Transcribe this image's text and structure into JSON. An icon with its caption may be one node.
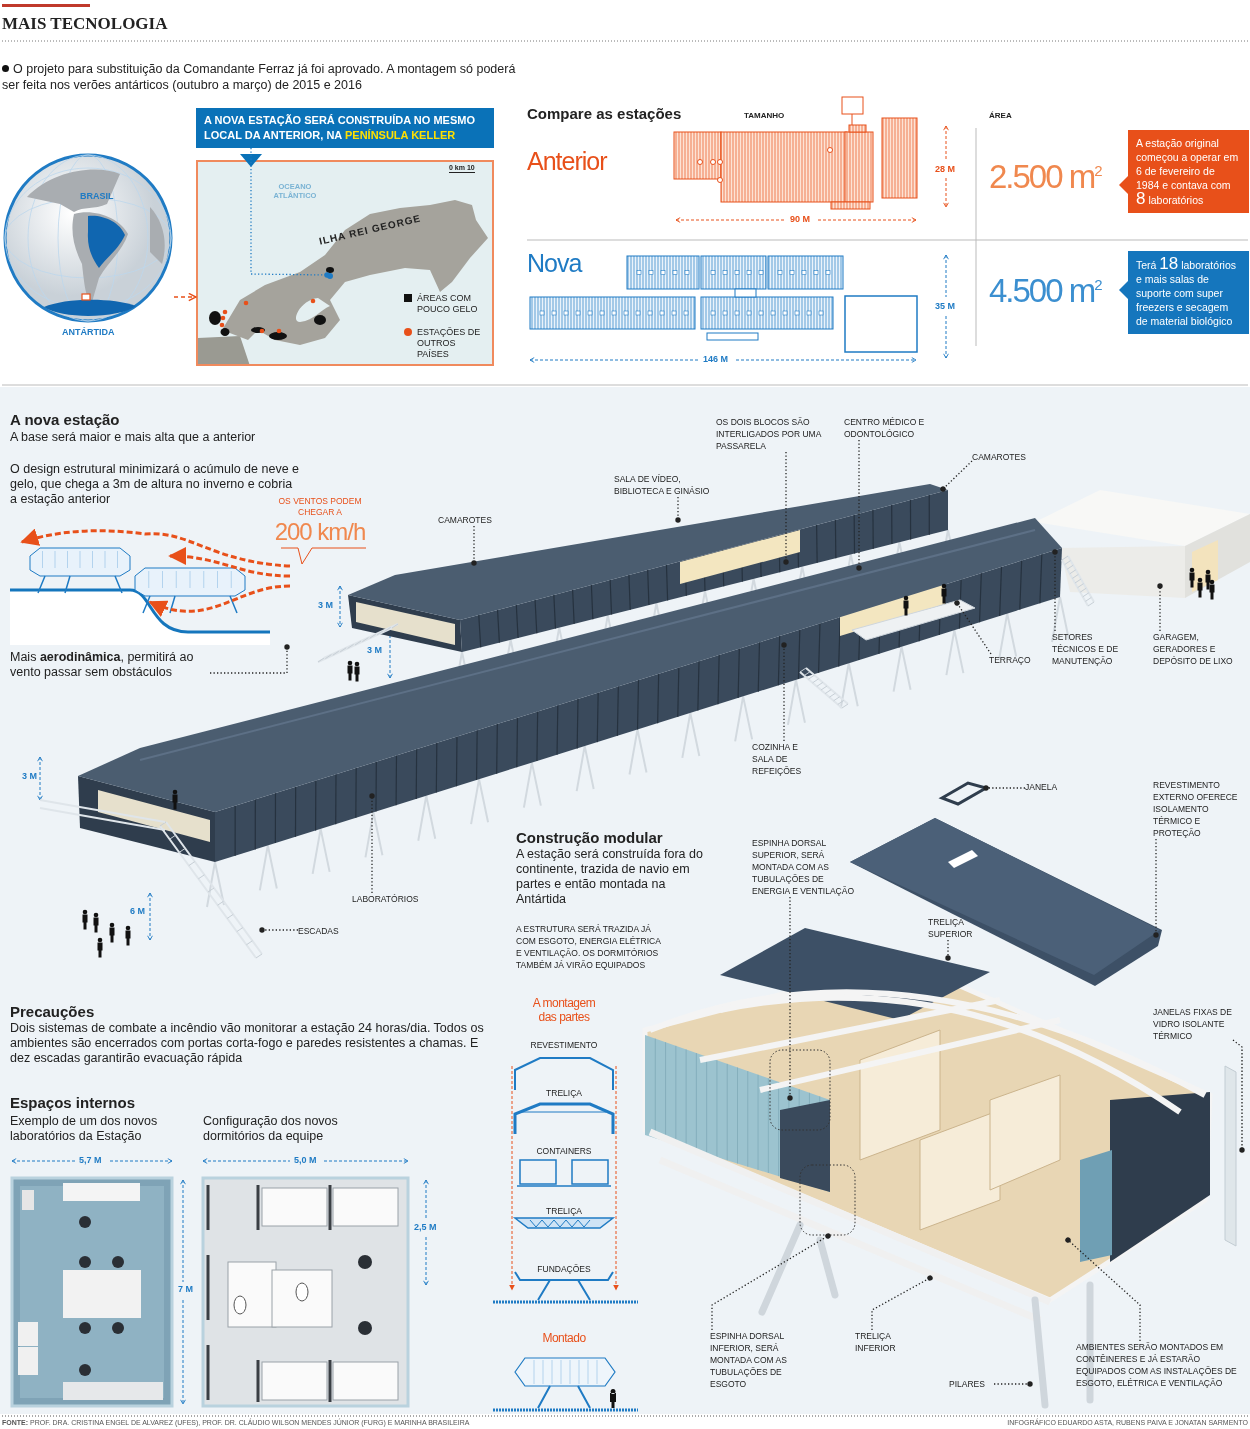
{
  "diagram": {
    "title": "MAIS TECNOLOGIA",
    "nodes": [
      {
        "text": [],
        "shape": "picture"
      },
      {
        "text": [],
        "shape": "picture"
      },
      {
        "text": [
          "A NOVA ESTAÇÃO SERÁ CONSTRUÍDA NO MESMO LOCAL DA ANTERIOR, NA **PENÍNSULA KELLER**"
        ]
      },
      {
        "text": [
          "A estação original começou a operar em 6 de fevereiro de 1984 e contava com **8** laboratórios"
        ]
      },
      {
        "text": [
          "Terá **18** laboratórios e mais salas de suporte com super freezers e secagem de material biológico"
        ]
      },
      {
        "text": [
          "OS VENTOS PODEM CHEGAR A",
          "200 km/h"
        ]
      },
      {
        "text": [
          "Mais **aerodinâmica**, permitirá ao vento passar sem obstáculos"
        ]
      },
      {
        "text": [
          "CAMAROTES"
        ]
      },
      {
        "text": [
          "SALA DE VÍDEO, BIBLIOTECA E GINÁSIO"
        ]
      },
      {
        "text": [
          "OS DOIS BLOCOS SÃO INTERLIGADOS POR UMA PASSARELA"
        ]
      },
      {
        "text": [
          "CENTRO MÉDICO E ODONTOLÓGICO"
        ]
      },
      {
        "text": [
          "CAMAROTES"
        ]
      },
      {
        "text": [
          "TERRAÇO"
        ]
      },
      {
        "text": [
          "SETORES TÉCNICOS E DE MANUTENÇÃO"
        ]
      },
      {
        "text": [
          "GARAGEM, GERADORES E DEPÓSITO DE LIXO"
        ]
      },
      {
        "text": [
          "COZINHA E SALA DE REFEIÇÕES"
        ]
      },
      {
        "text": [
          "LABORATÓRIOS"
        ]
      },
      {
        "text": [
          "ESCADAS"
        ]
      },
      {
        "text": [
          "JANELA"
        ]
      },
      {
        "text": [
          "REVESTIMENTO EXTERNO OFERECE ISOLAMENTO TÉRMICO E PROTEÇÃO"
        ]
      },
      {
        "text": [
          "ESPINHA DORSAL SUPERIOR, SERÁ MONTADA COM AS TUBULAÇÕES DE ENERGIA E VENTILAÇÃO"
        ]
      },
      {
        "text": [
          "TRELIÇA SUPERIOR"
        ]
      },
      {
        "text": [
          "JANELAS FIXAS DE VIDRO ISOLANTE TÉRMICO"
        ]
      },
      {
        "text": [
          "ESPINHA DORSAL INFERIOR, SERÁ MONTADA COM AS TUBULAÇÕES DE ESGOTO"
        ]
      },
      {
        "text": [
          "TRELIÇA INFERIOR"
        ]
      },
      {
        "text": [
          "AMBIENTES SERÃO MONTADOS EM CONTÊINERES E JÁ ESTARÃO EQUIPADOS COM AS INSTALAÇÕES DE ESGOTO, ELÉTRICA E VENTILAÇÃO"
        ]
      },
      {
        "text": [
          "PILARES"
        ]
      },
      {
        "text": [],
        "shape": "circle",
        "in": 1
      },
      {
        "text": [],
        "shape": "picture"
      }
    ],
    "edges": [
      {
        "from": 2,
        "to": 27,
        "arrow": "other",
        "color": "#1f7bc4"
      },
      {
        "from": 0,
        "to": 1,
        "arrow": "to",
        "style": "dashed",
        "color": "#e8501a"
      },
      {
        "from": 6,
        "to": 28,
        "arrow": "other"
      },
      {
        "from": 7,
        "to": null,
        "arrow": "other"
      },
      {
        "from": 8,
        "to": null,
        "arrow": "other"
      },
      {
        "from": 9,
        "to": null,
        "arrow": "other"
      },
      {
        "from": 10,
        "to": null,
        "arrow": "other"
      },
      {
        "from": 11,
        "to": null,
        "arrow": "other"
      },
      {
        "from": 12,
        "to": null,
        "arrow": "other"
      },
      {
        "from": 13,
        "to": null,
        "arrow": "other"
      },
      {
        "from": 14,
        "to": null,
        "arrow": "other"
      },
      {
        "from": 15,
        "to": null,
        "arrow": "other"
      },
      {
        "from": 16,
        "to": null,
        "arrow": "other"
      },
      {
        "from": 17,
        "to": null,
        "arrow": "other"
      },
      {
        "from": 18,
        "to": null,
        "arrow": "other"
      },
      {
        "from": 19,
        "to": null,
        "arrow": "other"
      },
      {
        "from": 20,
        "to": null,
        "arrow": "other"
      },
      {
        "from": 21,
        "to": null,
        "arrow": "other"
      },
      {
        "from": 22,
        "to": null,
        "arrow": "other"
      },
      {
        "from": 23,
        "to": null,
        "arrow": "other"
      },
      {
        "from": 24,
        "to": null,
        "arrow": "other"
      },
      {
        "from": 25,
        "to": null,
        "arrow": "other"
      },
      {
        "from": 26,
        "to": null,
        "arrow": "other"
      }
    ],
    "labels": [
      "O projeto para substituição da Comandante Ferraz já foi aprovado.  A montagem só poderá ser feita nos verões antárticos (outubro a março) de 2015 e 2016",
      "BRASIL",
      "ANTÁRTIDA",
      "OCEANO ATLÂNTICO",
      "ILHA REI GEORGE",
      "0 km 10",
      "Compare as estações",
      "TAMANHO",
      "ÁREA",
      "Anterior",
      "28 M",
      "90 M",
      "2.500 m$^{2}$",
      "Nova",
      "35 M",
      "146 M",
      "4.500 m$^{2}$",
      "A nova estação",
      "A base será maior e mais alta que a anterior",
      "O design estrutural minimizará o acúmulo de neve e gelo, que chega a 3m de altura no inverno e cobria a estação anterior",
      "3 M",
      "3 M",
      "3 M",
      "6 M",
      "Construção modular",
      "A estação será construída fora do continente, trazida de navio em partes e então montada na Antártida",
      "A ESTRUTURA SERÁ TRAZIDA JÁ COM ESGOTO, ENERGIA ELÉTRICA E VENTILAÇÃO. OS DORMITÓRIOS TAMBÉM JÁ VIRÃO EQUIPADOS",
      "A montagem das partes",
      "REVESTIMENTO",
      "TRELIÇA",
      "CONTAINERS",
      "TRELIÇA",
      "FUNDAÇÕES",
      "Montado",
      "Precauções",
      "Dois sistemas de combate a incêndio vão monitorar a estação 24 horas/dia. Todos os ambientes são encerrados com portas corta-fogo e paredes resistentes a chamas. E dez escadas garantirão evacuação rápida",
      "Espaços internos",
      "Exemplo de um dos novos laboratórios da Estação",
      "Configuração dos novos dormitórios da equipe",
      "5,7 M",
      "7 M",
      "5,0 M",
      "2,5 M",
      "**FONTE:** PROF. DRA. CRISTINA ENGEL DE ALVAREZ (UFES), PROF. DR. CLÁUDIO WILSON MENDES JÚNIOR (FURG) E MARINHA BRASILEIRA",
      "INFOGRÁFICO EDUARDO ASTA, RUBENS PAIVA E JONATAN SARMENTO"
    ],
    "legend": [
      {
        "text": "ÁREAS COM POUCO GELO",
        "color": "#111111"
      },
      {
        "text": "ESTAÇÕES DE OUTROS PAÍSES",
        "color": "#e8501a"
      }
    ]
  }
}
